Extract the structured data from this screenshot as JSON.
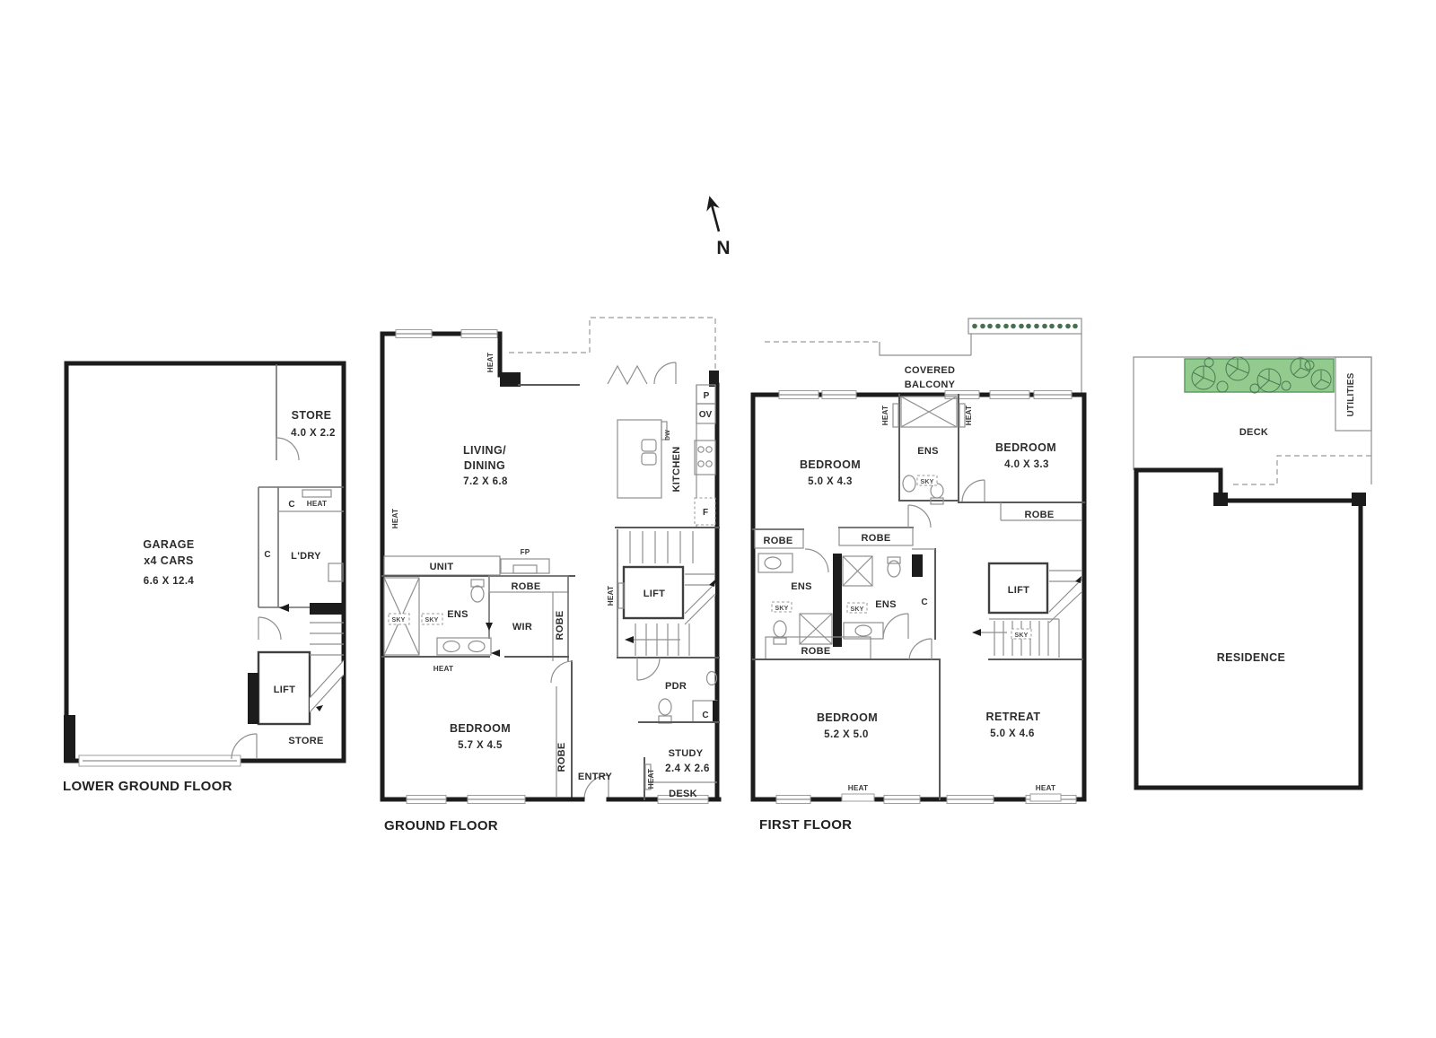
{
  "colors": {
    "wall": "#1c1c1c",
    "thin_line": "#8f8f8f",
    "text": "#2d2d2d",
    "planter_fill": "#93cb8f",
    "planter_stroke": "#55855c",
    "planter_dot": "#44704d"
  },
  "compass": {
    "north_label": "N"
  },
  "floors": {
    "lower_ground": {
      "title": "LOWER GROUND FLOOR",
      "labels": {
        "store_top": "STORE",
        "store_top_dims": "4.0 X 2.2",
        "c_top": "C",
        "heat": "HEAT",
        "c_side": "C",
        "laundry": "L'DRY",
        "garage_1": "GARAGE",
        "garage_2": "x4 CARS",
        "garage_dims": "6.6 X 12.4",
        "lift": "LIFT",
        "store_bottom": "STORE"
      }
    },
    "ground": {
      "title": "GROUND FLOOR",
      "labels": {
        "heat_top": "HEAT",
        "heat_left": "HEAT",
        "living_1": "LIVING/",
        "living_2": "DINING",
        "living_dims": "7.2 X 6.8",
        "pantry": "P",
        "oven": "OV",
        "dishwasher": "DW",
        "kitchen": "KITCHEN",
        "fridge": "F",
        "fireplace": "FP",
        "unit": "UNIT",
        "robe_top": "ROBE",
        "ens": "ENS",
        "sky_1": "SKY",
        "sky_2": "SKY",
        "wir": "WIR",
        "robe_side": "ROBE",
        "heat_ens": "HEAT",
        "lift": "LIFT",
        "heat_lift": "HEAT",
        "pdr": "PDR",
        "c": "C",
        "bedroom": "BEDROOM",
        "bedroom_dims": "5.7 X 4.5",
        "robe_bed": "ROBE",
        "entry": "ENTRY",
        "study": "STUDY",
        "study_dims": "2.4 X 2.6",
        "heat_study": "HEAT",
        "desk": "DESK"
      }
    },
    "first": {
      "title": "FIRST FLOOR",
      "labels": {
        "balcony_1": "COVERED",
        "balcony_2": "BALCONY",
        "heat_ens_left": "HEAT",
        "heat_ens_right": "HEAT",
        "bedroom1": "BEDROOM",
        "bedroom1_dims": "5.0 X 4.3",
        "ens_top": "ENS",
        "sky_top": "SKY",
        "bedroom2": "BEDROOM",
        "bedroom2_dims": "4.0 X 3.3",
        "robe_bed2": "ROBE",
        "robe_left": "ROBE",
        "robe_center": "ROBE",
        "ens_left": "ENS",
        "sky_left": "SKY",
        "ens_right": "ENS",
        "sky_right": "SKY",
        "c": "C",
        "robe_bottom": "ROBE",
        "lift": "LIFT",
        "sky_stair": "SKY",
        "bedroom3": "BEDROOM",
        "bedroom3_dims": "5.2 X 5.0",
        "retreat": "RETREAT",
        "retreat_dims": "5.0 X 4.6",
        "heat_bottom_1": "HEAT",
        "heat_bottom_2": "HEAT"
      }
    },
    "roof": {
      "labels": {
        "deck": "DECK",
        "utilities": "UTILITIES",
        "residence": "RESIDENCE"
      }
    }
  }
}
